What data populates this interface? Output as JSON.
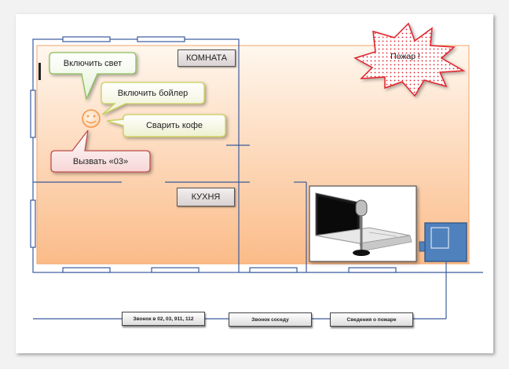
{
  "rooms": {
    "room_label": "КОМНАТА",
    "kitchen_label": "КУХНЯ"
  },
  "commands": {
    "light": "Включить свет",
    "boiler": "Включить бойлер",
    "coffee": "Сварить кофе",
    "call": "Вызвать «03»"
  },
  "alert": {
    "text": "Пожар !"
  },
  "buttons": {
    "emergency_call": "Звонок в 02, 03, 911, 112",
    "neighbor_call": "Звонок соседу",
    "fire_info": "Сведения о пожаре"
  },
  "colors": {
    "floor_top": "#fff6ec",
    "floor_bottom": "#fbbc8a",
    "wall_lines": "#3b5b9c",
    "bubble_green": "#8bbf5a",
    "bubble_yellow_green": "#c8cf5a",
    "bubble_red": "#c0504d",
    "fire_red": "#e2212b",
    "device_blue": "#4f81bd",
    "smiley": "#f79646"
  },
  "icons": {
    "smiley": "smiley-face-icon",
    "laptop": "laptop-icon",
    "microphone": "microphone-icon",
    "device": "control-unit-icon"
  }
}
